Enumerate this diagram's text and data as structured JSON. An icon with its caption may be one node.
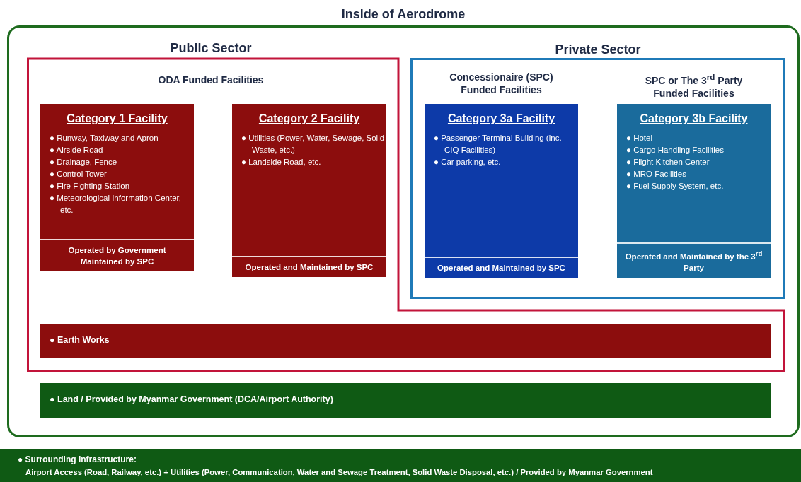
{
  "diagram": {
    "nodes": [
      {
        "text": [
          "Inside of Aerodrome"
        ]
      },
      {
        "text": [
          "Public Sector",
          "ODA Funded Facilities"
        ],
        "in": 0
      },
      {
        "text": [
          "Category 1 Facility",
          "● Runway, Taxiway and Apron",
          "● Airside Road",
          "● Drainage, Fence",
          "● Control Tower",
          "● Fire Fighting Station",
          "● Meteorological Information Center, etc.",
          "Operated by Government Maintained by SPC"
        ],
        "in": 1
      },
      {
        "text": [
          "Category 2 Facility",
          "● Utilities (Power, Water, Sewage, Solid Waste, etc.)",
          "● Landside Road, etc.",
          "Operated and Maintained by SPC"
        ],
        "in": 1
      },
      {
        "text": [
          "Private Sector"
        ],
        "in": 0
      },
      {
        "text": [
          "Concessionaire (SPC) Funded Facilities",
          "Category 3a Facility",
          "● Passenger Terminal Building (inc. CIQ Facilities)",
          "● Car parking, etc.",
          "Operated and Maintained by SPC"
        ],
        "in": 4
      },
      {
        "text": [
          "SPC or The 3$^{rd}$ Party Funded Facilities",
          "Category 3b Facility",
          "● Hotel",
          "● Cargo Handling Facilities",
          "● Flight Kitchen Center",
          "● MRO Facilities",
          "● Fuel Supply System, etc.",
          "Operated and Maintained by the 3$^{rd}$ Party"
        ],
        "in": 4
      },
      {
        "text": [
          "● Earth Works"
        ],
        "in": 1
      },
      {
        "text": [
          "● Land / Provided by Myanmar Government (DCA/Airport Authority)"
        ],
        "in": 0
      },
      {
        "text": [
          "● Surrounding Infrastructure:",
          "Airport Access (Road, Railway, etc.) + Utilities (Power, Communication, Water and Sewage Treatment, Solid Waste Disposal, etc.) / Provided by Myanmar Government"
        ]
      }
    ],
    "edges": []
  }
}
